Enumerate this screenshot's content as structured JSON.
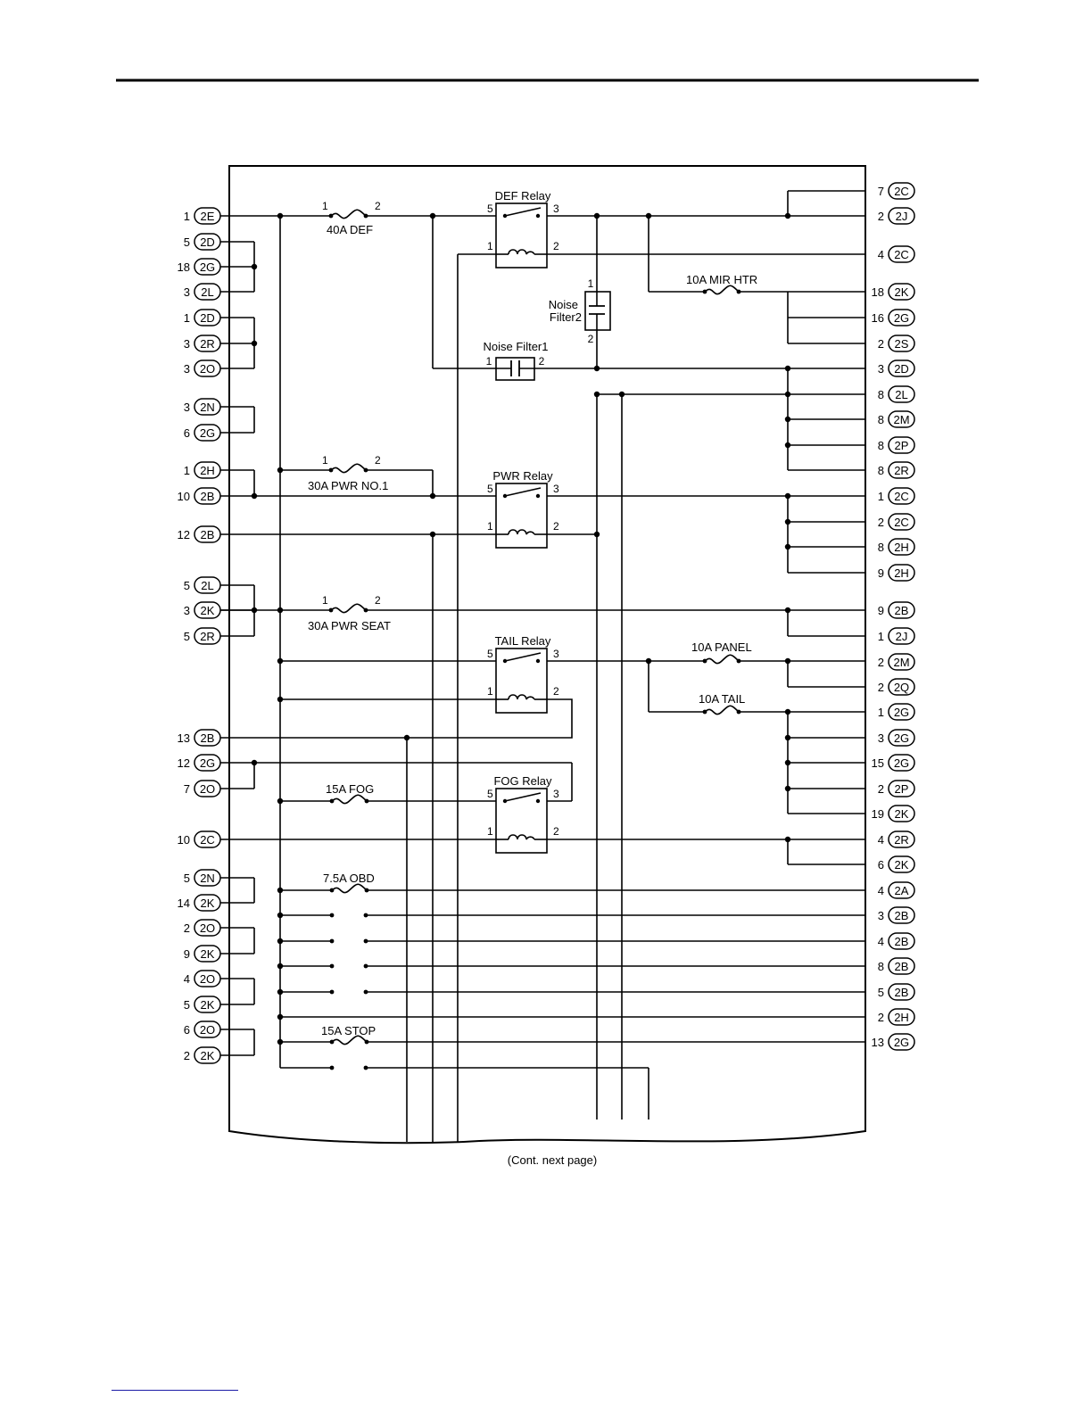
{
  "continuation_note": "(Cont. next page)",
  "connector_prefix": "2",
  "left_connectors": [
    {
      "pin": "1",
      "code": "E"
    },
    {
      "pin": "5",
      "code": "D"
    },
    {
      "pin": "18",
      "code": "G"
    },
    {
      "pin": "3",
      "code": "L"
    },
    {
      "pin": "1",
      "code": "D"
    },
    {
      "pin": "3",
      "code": "R"
    },
    {
      "pin": "3",
      "code": "O"
    },
    {
      "pin": "3",
      "code": "N"
    },
    {
      "pin": "6",
      "code": "G"
    },
    {
      "pin": "1",
      "code": "H"
    },
    {
      "pin": "10",
      "code": "B"
    },
    {
      "pin": "12",
      "code": "B"
    },
    {
      "pin": "5",
      "code": "L"
    },
    {
      "pin": "3",
      "code": "K"
    },
    {
      "pin": "5",
      "code": "R"
    },
    {
      "pin": "13",
      "code": "B"
    },
    {
      "pin": "12",
      "code": "G"
    },
    {
      "pin": "7",
      "code": "O"
    },
    {
      "pin": "10",
      "code": "C"
    },
    {
      "pin": "5",
      "code": "N"
    },
    {
      "pin": "14",
      "code": "K"
    },
    {
      "pin": "2",
      "code": "O"
    },
    {
      "pin": "9",
      "code": "K"
    },
    {
      "pin": "4",
      "code": "O"
    },
    {
      "pin": "5",
      "code": "K"
    },
    {
      "pin": "6",
      "code": "O"
    },
    {
      "pin": "2",
      "code": "K"
    }
  ],
  "right_connectors": [
    {
      "pin": "7",
      "code": "C"
    },
    {
      "pin": "2",
      "code": "J"
    },
    {
      "pin": "4",
      "code": "C"
    },
    {
      "pin": "18",
      "code": "K"
    },
    {
      "pin": "16",
      "code": "G"
    },
    {
      "pin": "2",
      "code": "S"
    },
    {
      "pin": "3",
      "code": "D"
    },
    {
      "pin": "8",
      "code": "L"
    },
    {
      "pin": "8",
      "code": "M"
    },
    {
      "pin": "8",
      "code": "P"
    },
    {
      "pin": "8",
      "code": "R"
    },
    {
      "pin": "1",
      "code": "C"
    },
    {
      "pin": "2",
      "code": "C"
    },
    {
      "pin": "8",
      "code": "H"
    },
    {
      "pin": "9",
      "code": "H"
    },
    {
      "pin": "9",
      "code": "B"
    },
    {
      "pin": "1",
      "code": "J"
    },
    {
      "pin": "2",
      "code": "M"
    },
    {
      "pin": "2",
      "code": "Q"
    },
    {
      "pin": "1",
      "code": "G"
    },
    {
      "pin": "3",
      "code": "G"
    },
    {
      "pin": "15",
      "code": "G"
    },
    {
      "pin": "2",
      "code": "P"
    },
    {
      "pin": "19",
      "code": "K"
    },
    {
      "pin": "4",
      "code": "R"
    },
    {
      "pin": "6",
      "code": "K"
    },
    {
      "pin": "4",
      "code": "A"
    },
    {
      "pin": "3",
      "code": "B"
    },
    {
      "pin": "4",
      "code": "B"
    },
    {
      "pin": "8",
      "code": "B"
    },
    {
      "pin": "5",
      "code": "B"
    },
    {
      "pin": "2",
      "code": "H"
    },
    {
      "pin": "13",
      "code": "G"
    }
  ],
  "fuses": [
    {
      "label": "40A DEF",
      "pin_in": "1",
      "pin_out": "2"
    },
    {
      "label": "30A PWR NO.1",
      "pin_in": "1",
      "pin_out": "2"
    },
    {
      "label": "30A PWR SEAT",
      "pin_in": "1",
      "pin_out": "2"
    },
    {
      "label": "15A FOG"
    },
    {
      "label": "7.5A OBD"
    },
    {
      "label": "15A STOP"
    },
    {
      "label": "10A MIR HTR"
    },
    {
      "label": "10A PANEL"
    },
    {
      "label": "10A TAIL"
    }
  ],
  "relays": [
    {
      "label": "DEF Relay",
      "pins": [
        "5",
        "3",
        "1",
        "2"
      ]
    },
    {
      "label": "PWR Relay",
      "pins": [
        "5",
        "3",
        "1",
        "2"
      ]
    },
    {
      "label": "TAIL Relay",
      "pins": [
        "5",
        "3",
        "1",
        "2"
      ]
    },
    {
      "label": "FOG Relay",
      "pins": [
        "5",
        "3",
        "1",
        "2"
      ]
    }
  ],
  "noise_filters": [
    {
      "label_line1": "Noise",
      "label_line2": "Filter2",
      "pins": [
        "1",
        "2"
      ]
    },
    {
      "label": "Noise Filter1",
      "pins": [
        "1",
        "2"
      ]
    }
  ]
}
